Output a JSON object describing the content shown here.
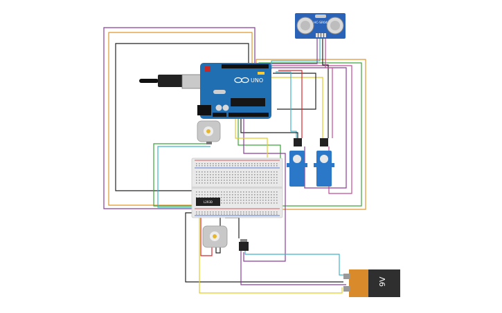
{
  "colors": {
    "board": "#1f6fb2",
    "board_dark": "#175a93",
    "breadboard": "#e9e9e9",
    "rail_red": "#d22a2a",
    "rail_blue": "#2a56d2",
    "servo": "#2b78c9",
    "motor": "#c8c8c8",
    "battery_body": "#2f2f2f",
    "battery_cap": "#d98b2b",
    "sensor": "#2a62b8",
    "wire_purple": "#8a3c99",
    "wire_orange": "#e0962a",
    "wire_black": "#222222",
    "wire_red": "#d8262b",
    "wire_green": "#3aa53a",
    "wire_cyan": "#3fb3c9",
    "wire_yellow": "#e2cc2a",
    "wire_magenta": "#c24a9a"
  },
  "labels": {
    "battery": "9V",
    "board_model": "UNO",
    "sensor_model": "HC-SR04",
    "driver_chip": "L293D"
  }
}
